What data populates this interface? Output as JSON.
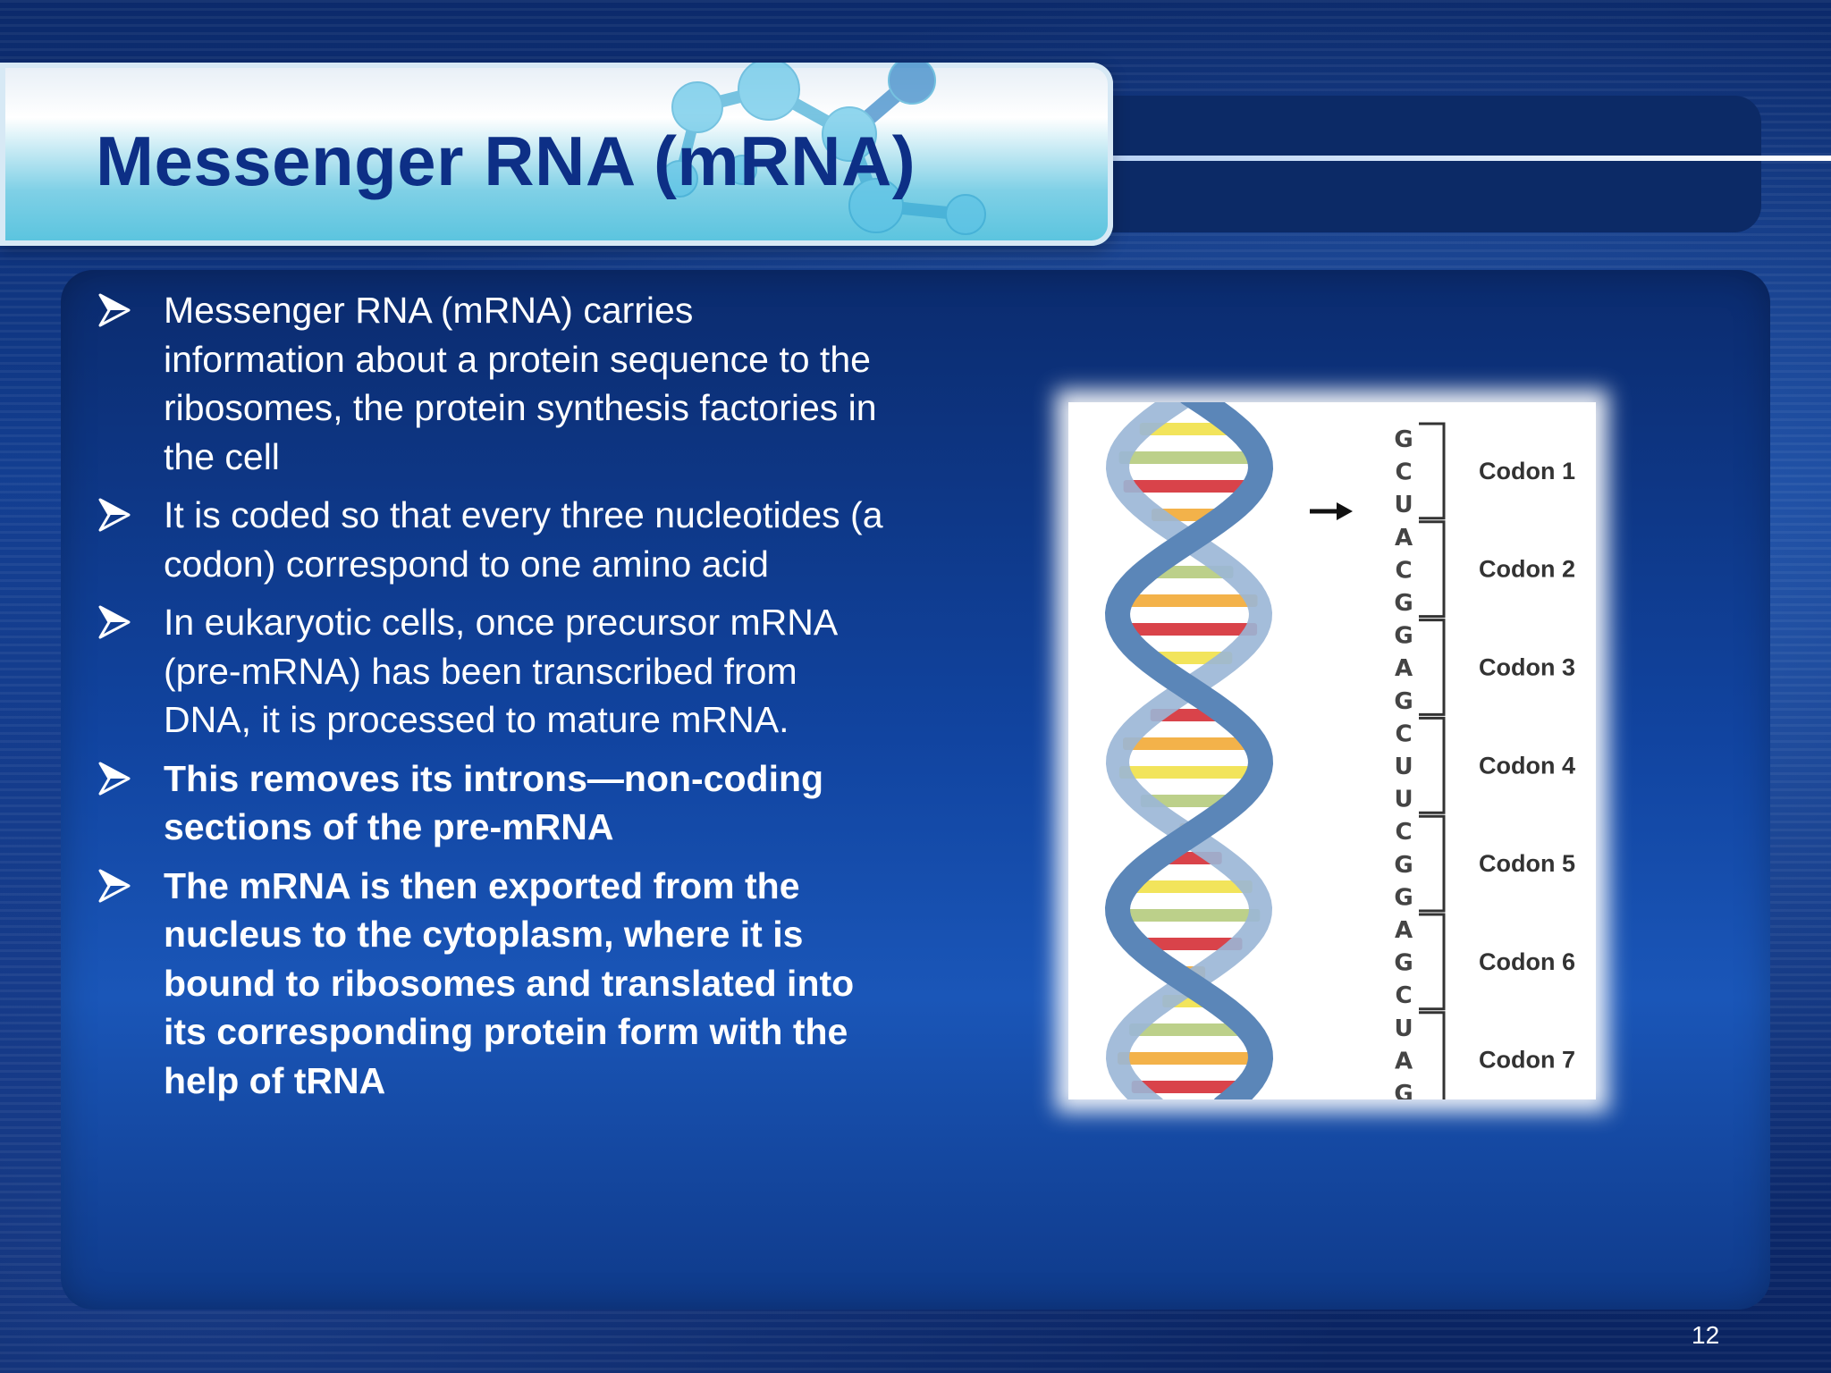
{
  "title": "Messenger RNA (mRNA)",
  "bullets": [
    {
      "text": "Messenger RNA (mRNA) carries information about a protein sequence to the ribosomes, the protein synthesis factories in the cell",
      "bold": false
    },
    {
      "text": "It is coded so that every three nucleotides (a codon) correspond to one amino acid",
      "bold": false
    },
    {
      "text": "In eukaryotic cells, once precursor mRNA (pre-mRNA) has been transcribed from DNA, it is processed to mature mRNA.",
      "bold": false
    },
    {
      "text": "This removes its introns—non-coding sections of the pre-mRNA",
      "bold": true
    },
    {
      "text": " The mRNA is then exported from the nucleus to the cytoplasm, where it is bound to ribosomes and translated into its corresponding protein form with the help of tRNA",
      "bold": true
    }
  ],
  "bullet_icon": "arrowhead-bullet-icon",
  "figure": {
    "sequence": [
      "G",
      "C",
      "U",
      "A",
      "C",
      "G",
      "G",
      "A",
      "G",
      "C",
      "U",
      "U",
      "C",
      "G",
      "G",
      "A",
      "G",
      "C",
      "U",
      "A",
      "G"
    ],
    "codons": [
      "Codon 1",
      "Codon 2",
      "Codon 3",
      "Codon 4",
      "Codon 5",
      "Codon 6",
      "Codon 7"
    ],
    "arrow_icon": "right-arrow-icon"
  },
  "page_number": "12",
  "colors": {
    "title": "#0d2f86",
    "panel": "#1144a0",
    "text": "#ffffff",
    "strand": "#5b86b8",
    "base_red": "#d9434a",
    "base_yellow": "#f2e45b",
    "base_orange": "#f3b24a",
    "base_green": "#bcd08a"
  }
}
